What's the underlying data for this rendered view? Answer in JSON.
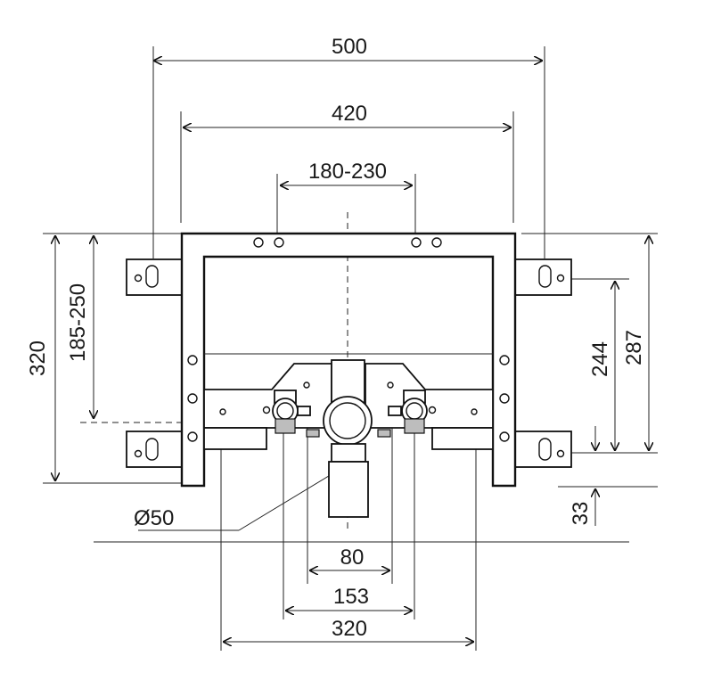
{
  "dimensions": {
    "width_outer": "500",
    "width_frame": "420",
    "connection_spacing": "180-230",
    "height_total": "320",
    "height_adjust": "185-250",
    "height_right_a": "244",
    "height_right_b": "287",
    "offset_bottom": "33",
    "drain_diameter": "Ø50",
    "spacing_inner": "80",
    "spacing_mid": "153",
    "spacing_outer": "320"
  }
}
